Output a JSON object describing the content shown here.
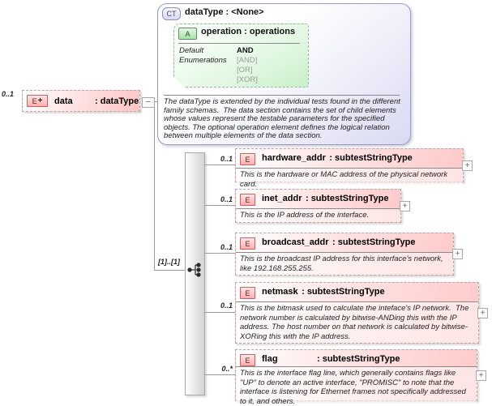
{
  "glyphs": {
    "plus": "+",
    "minus": "−",
    "complex_type_badge": "CT",
    "attribute_badge": "A",
    "element_badge": "E"
  },
  "colors": {
    "element_fill": "#ffc9c9",
    "attribute_fill": "#d4f2d4",
    "complex_type_fill": "#d9d9f2",
    "line": "#9b9b9b"
  },
  "complex_type": {
    "title": "dataType : <None>",
    "annotation": "The dataType is extended by the individual tests found in the different family schemas.  The data section contains the set of child elements whose values represent the testable parameters for the specified objects. The optional operation element defines the logical relation between multiple elements of the data section.",
    "attribute": {
      "title": "operation : operations",
      "default_label": "Default",
      "default_value": "AND",
      "enumerations_label": "Enumerations",
      "enumerations": [
        "[AND]",
        "[OR]",
        "[XOR]"
      ]
    }
  },
  "root_element": {
    "multiplicity": "0..1",
    "name": "data",
    "type": ": dataType"
  },
  "sequence": {
    "multiplicity": "[1]..[1]"
  },
  "children": [
    {
      "multiplicity": "0..1",
      "name": "hardware_addr",
      "type": ": subtestStringType",
      "annotation": "This is the hardware or MAC address of the physical network card."
    },
    {
      "multiplicity": "0..1",
      "name": "inet_addr",
      "type": ": subtestStringType",
      "annotation": "This is the IP address of the interface."
    },
    {
      "multiplicity": "0..1",
      "name": "broadcast_addr",
      "type": ": subtestStringType",
      "annotation": "This is the broadcast IP address for this interface's network, like 192.168.255.255."
    },
    {
      "multiplicity": "0..1",
      "name": "netmask",
      "type": ": subtestStringType",
      "annotation": "This is the bitmask used to calculate the inteface's IP network.  The network number is calculated by bitwise-ANDing this with the IP address. The host number on that network is calculated by bitwise-XORing this with the IP address."
    },
    {
      "multiplicity": "0..*",
      "name": "flag",
      "type": ": subtestStringType",
      "annotation": "This is the interface flag line, which generally contains flags like \"UP\" to denote an active interface, \"PROMISC\" to note that the interface is listening for Ethernet frames not specifically addressed to it, and others."
    }
  ]
}
